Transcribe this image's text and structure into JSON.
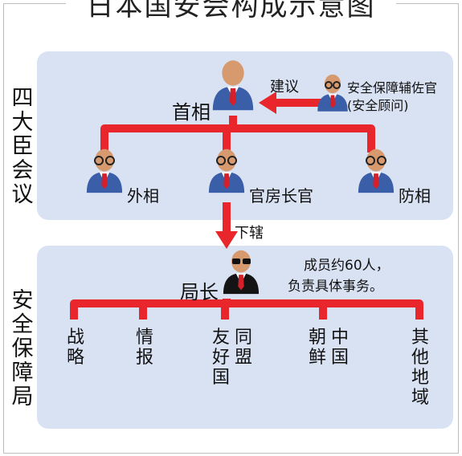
{
  "title": "日本国安会构成示意图",
  "council": {
    "label": "四大臣会议",
    "pm": "首相",
    "advisor_line1": "安全保障辅佐官",
    "advisor_line2": "(安全顾问)",
    "advise_label": "建议",
    "foreign": "外相",
    "cabinet_secretary": "官房长官",
    "defense": "防相"
  },
  "oversee_label": "下辖",
  "bureau": {
    "label": "安全保障局",
    "director": "局长",
    "note_line1": "成员约60人，",
    "note_line2": "负责具体事务。",
    "branches": [
      "战略",
      "情报",
      "友好国",
      "同盟",
      "朝鲜",
      "中国",
      "其他地域"
    ]
  },
  "colors": {
    "panel": "#d9e2f3",
    "connector": "#e8262b",
    "suit": "#3b5ea8",
    "dark_suit": "#141414",
    "tie": "#d4202a"
  }
}
